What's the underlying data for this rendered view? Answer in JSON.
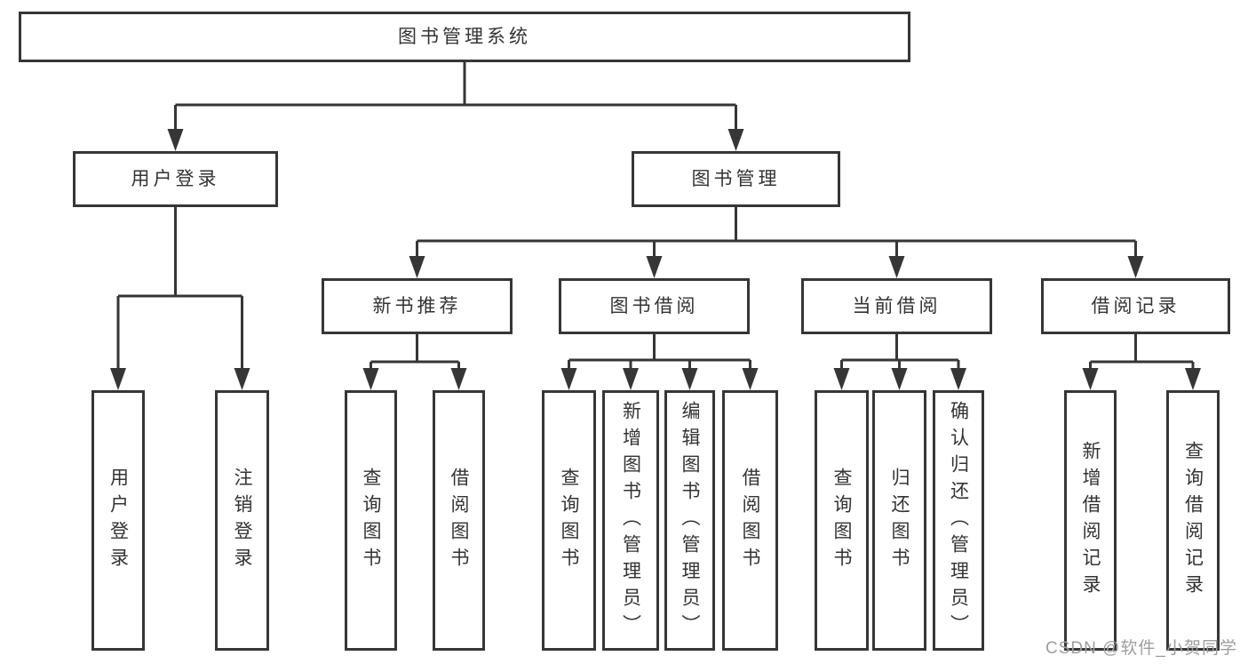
{
  "diagram": {
    "tree": {
      "label": "图书管理系统",
      "children": [
        {
          "label": "用户登录",
          "children": [
            {
              "label": "用户登录"
            },
            {
              "label": "注销登录"
            }
          ]
        },
        {
          "label": "图书管理",
          "children": [
            {
              "label": "新书推荐",
              "children": [
                {
                  "label": "查询图书"
                },
                {
                  "label": "借阅图书"
                }
              ]
            },
            {
              "label": "图书借阅",
              "children": [
                {
                  "label": "查询图书"
                },
                {
                  "label": "新增图书（管理员）"
                },
                {
                  "label": "编辑图书（管理员）"
                },
                {
                  "label": "借阅图书"
                }
              ]
            },
            {
              "label": "当前借阅",
              "children": [
                {
                  "label": "查询图书"
                },
                {
                  "label": "归还图书"
                },
                {
                  "label": "确认归还（管理员）"
                }
              ]
            },
            {
              "label": "借阅记录",
              "children": [
                {
                  "label": "新增借阅记录"
                },
                {
                  "label": "查询借阅记录"
                }
              ]
            }
          ]
        }
      ]
    },
    "colors": {
      "line": "#363636",
      "box_border": "#363636",
      "text": "#333333",
      "watermark": "#9e9e9e",
      "background": "#ffffff"
    }
  },
  "watermark": {
    "text": "CSDN @软件_小贺同学"
  }
}
